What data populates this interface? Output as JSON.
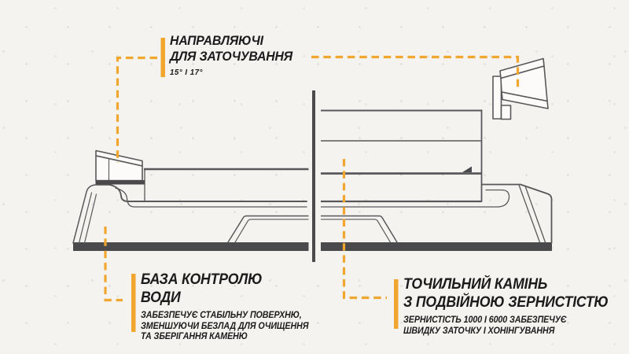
{
  "callouts": {
    "guides": {
      "title_line1": "НАПРАВЛЯЮЧІ",
      "title_line2": "ДЛЯ ЗАТОЧУВАННЯ",
      "note": "15° І 17°"
    },
    "water_base": {
      "title_line1": "БАЗА КОНТРОЛЮ",
      "title_line2": "ВОДИ",
      "desc_line1": "ЗАБЕЗПЕЧУЄ СТАБІЛЬНУ ПОВЕРХНЮ,",
      "desc_line2": "ЗМЕНШУЮЧИ БЕЗЛАД ДЛЯ ОЧИЩЕННЯ",
      "desc_line3": "ТА ЗБЕРІГАННЯ КАМЕНЮ"
    },
    "stone": {
      "title_line1": "ТОЧИЛЬНИЙ КАМІНЬ",
      "title_line2": "З ПОДВІЙНОЮ ЗЕРНИСТІСТЮ",
      "desc_line1": "ЗЕРНИСТІСТЬ 1000 І 6000 ЗАБЕЗПЕЧУЄ",
      "desc_line2": "ШВИДКУ ЗАТОЧКУ І ХОНІНГУВАННЯ"
    }
  },
  "colors": {
    "accent": "#F0A62F",
    "line": "#58585a",
    "ink": "#4a4a4c",
    "text": "#1b1b1b",
    "bg": "#f5f3ef",
    "paperfill": "#fcfbf9"
  }
}
